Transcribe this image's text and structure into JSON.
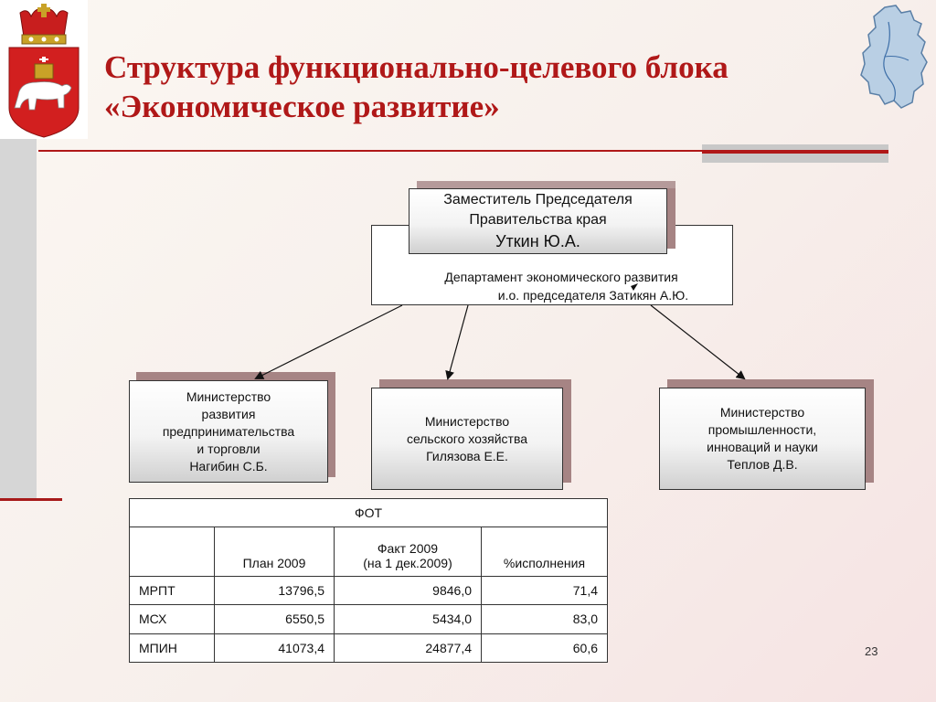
{
  "slide": {
    "title_line1": "Структура функционально-целевого блока",
    "title_line2": "«Экономическое развитие»",
    "page_number": "23",
    "accent_color": "#b01818"
  },
  "deputy": {
    "line1": "Заместитель Председателя",
    "line2": "Правительства края",
    "name": "Уткин Ю.А."
  },
  "department": {
    "line1": "Департамент экономического развития",
    "line2": "и.о. председателя Затикян А.Ю."
  },
  "ministries": [
    {
      "line1": "Министерство",
      "line2": "развития",
      "line3": "предпринимательства",
      "line4": "и торговли",
      "line5": "Нагибин С.Б."
    },
    {
      "line1": "Министерство",
      "line2": "сельского хозяйства",
      "line3": "Гилязова Е.Е."
    },
    {
      "line1": "Министерство",
      "line2": "промышленности,",
      "line3": "инноваций и науки",
      "line4": "Теплов Д.В."
    }
  ],
  "table": {
    "title": "ФОТ",
    "headers": [
      "",
      "План 2009",
      "Факт 2009",
      "(на 1 дек.2009)",
      "%исполнения"
    ],
    "rows": [
      [
        "МРПТ",
        "13796,5",
        "9846,0",
        "71,4"
      ],
      [
        "МСХ",
        "6550,5",
        "5434,0",
        "83,0"
      ],
      [
        "МПИН",
        "41073,4",
        "24877,4",
        "60,6"
      ]
    ]
  }
}
